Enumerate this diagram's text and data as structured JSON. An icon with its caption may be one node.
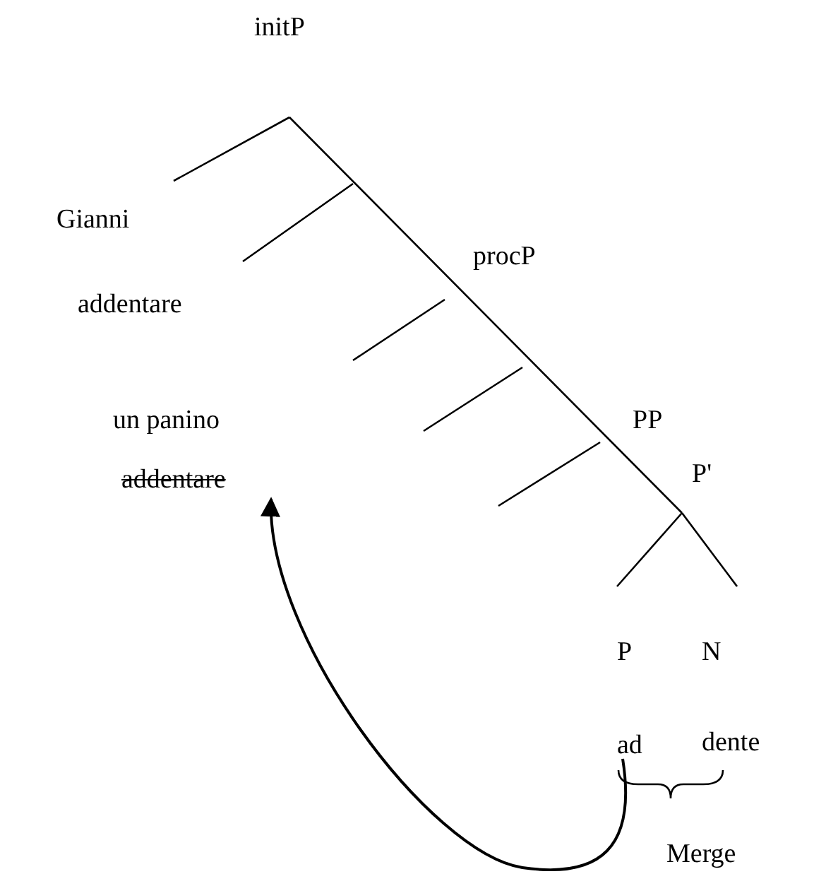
{
  "diagram": {
    "nodes": [
      {
        "text": [
          "addentare"
        ]
      },
      {
        "text": [
          "ad"
        ]
      }
    ],
    "edges": [
      {
        "from": 1,
        "to": 0,
        "arrow": "to"
      }
    ],
    "labels": [
      "initP",
      "Gianni",
      "addentare",
      "procP",
      "un panino",
      "PP",
      "P'",
      "P",
      "N",
      "dente",
      "Merge"
    ]
  }
}
